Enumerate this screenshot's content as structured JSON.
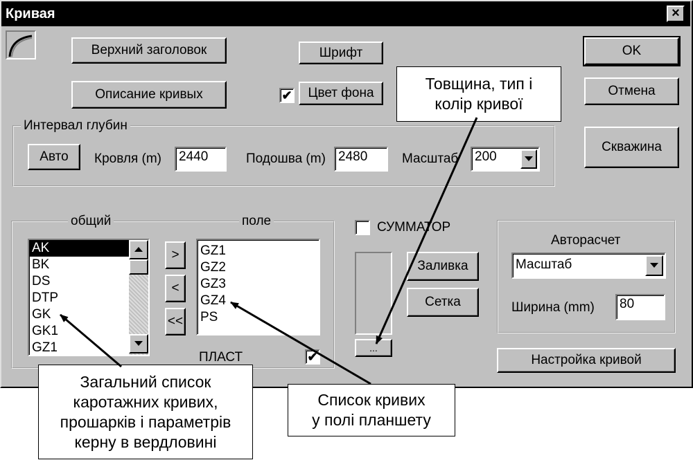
{
  "window": {
    "title": "Кривая",
    "close": "×"
  },
  "buttons": {
    "top_title": "Верхний заголовок",
    "curves_desc": "Описание кривых",
    "font": "Шрифт",
    "bg_color": "Цвет фона",
    "ok": "OK",
    "cancel": "Отмена",
    "well": "Скважина",
    "auto": "Авто",
    "move_right": ">",
    "move_left": "<",
    "move_all_left": "<<",
    "fill": "Заливка",
    "grid": "Сетка",
    "ellipsis": "...",
    "curve_settings": "Настройка кривой"
  },
  "depth_interval": {
    "label": "Интервал глубин",
    "roof_label": "Кровля (m)",
    "roof_value": "2440",
    "base_label": "Подошва (m)",
    "base_value": "2480",
    "scale_label": "Масштаб",
    "scale_value": "200"
  },
  "lists": {
    "general_label": "общий",
    "field_label": "поле",
    "general_items": [
      "AK",
      "BK",
      "DS",
      "DTP",
      "GK",
      "GK1",
      "GZ1"
    ],
    "field_items": [
      "GZ1",
      "GZ2",
      "GZ3",
      "GZ4",
      "PS"
    ],
    "layer_label": "ПЛАСТ",
    "layer_checked": "✔"
  },
  "summator": {
    "label": "СУММАТОР"
  },
  "bg_color_checked": "✔",
  "autocalc": {
    "label": "Авторасчет",
    "mode_value": "Масштаб",
    "width_label": "Ширина (mm)",
    "width_value": "80"
  },
  "callouts": {
    "thickness": "Товщина, тип і\nколір кривої",
    "general_list": "Загальний список\nкаротажних кривих,\nпрошарків і параметрів\nкерну в вердловині",
    "field_list": "Список кривих\nу полі планшету"
  },
  "colors": {
    "dialog_bg": "#c0c0c0",
    "title_bar": "#000000",
    "selection": "#000000"
  }
}
